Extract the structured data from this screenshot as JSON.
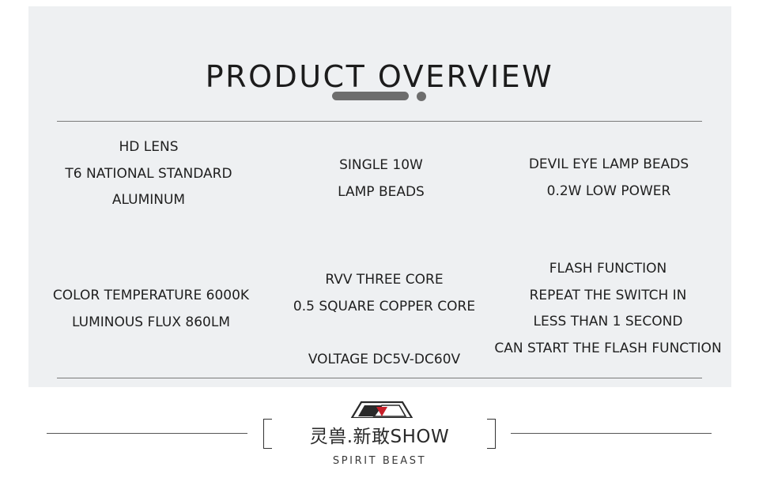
{
  "header": {
    "title": "PRODUCT OVERVIEW"
  },
  "features": [
    {
      "lines": [
        "HD LENS",
        "T6 NATIONAL STANDARD",
        "ALUMINUM"
      ]
    },
    {
      "lines": [
        "SINGLE 10W",
        "LAMP BEADS"
      ]
    },
    {
      "lines": [
        "DEVIL EYE LAMP BEADS",
        "0.2W LOW POWER"
      ]
    },
    {
      "lines": [
        "COLOR TEMPERATURE 6000K",
        "LUMINOUS FLUX 860LM"
      ]
    },
    {
      "lines": [
        "RVV THREE CORE",
        "0.5 SQUARE COPPER CORE",
        "",
        "VOLTAGE DC5V-DC60V"
      ]
    },
    {
      "lines": [
        "FLASH FUNCTION",
        "REPEAT THE SWITCH IN",
        "LESS THAN 1 SECOND",
        "CAN START THE FLASH FUNCTION"
      ]
    }
  ],
  "footer": {
    "logo_text": "灵兽.新敢SHOW",
    "logo_sub": "SPIRIT BEAST",
    "brand_icon": "spirit-beast-logo-icon"
  },
  "colors": {
    "panel_bg": "#eef0f2",
    "accent_gray": "#6d6d6d",
    "logo_red": "#c8202a"
  }
}
